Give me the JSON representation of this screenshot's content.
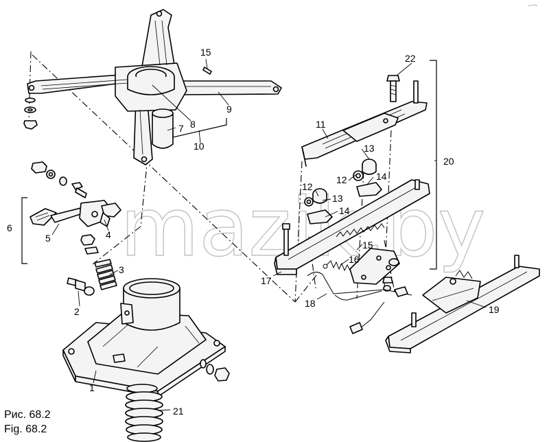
{
  "figure": {
    "caption_ru": "Рис. 68.2",
    "caption_en": "Fig. 68.2",
    "watermark": "mazik.by",
    "corner_mark": "ᵃⁿ ²⁰⁰⁸"
  },
  "callouts": {
    "c1": "1",
    "c2": "2",
    "c3": "3",
    "c4": "4",
    "c5": "5",
    "c6": "6",
    "c7": "7",
    "c8": "8",
    "c9": "9",
    "c10": "10",
    "c11": "11",
    "c12": "12",
    "c13a": "13",
    "c13b": "13",
    "c14a": "14",
    "c14b": "14",
    "c15a": "15",
    "c15b": "15",
    "c16": "16",
    "c17": "17",
    "c18": "18",
    "c19": "19",
    "c20": "20",
    "c21": "21",
    "c22": "22"
  }
}
